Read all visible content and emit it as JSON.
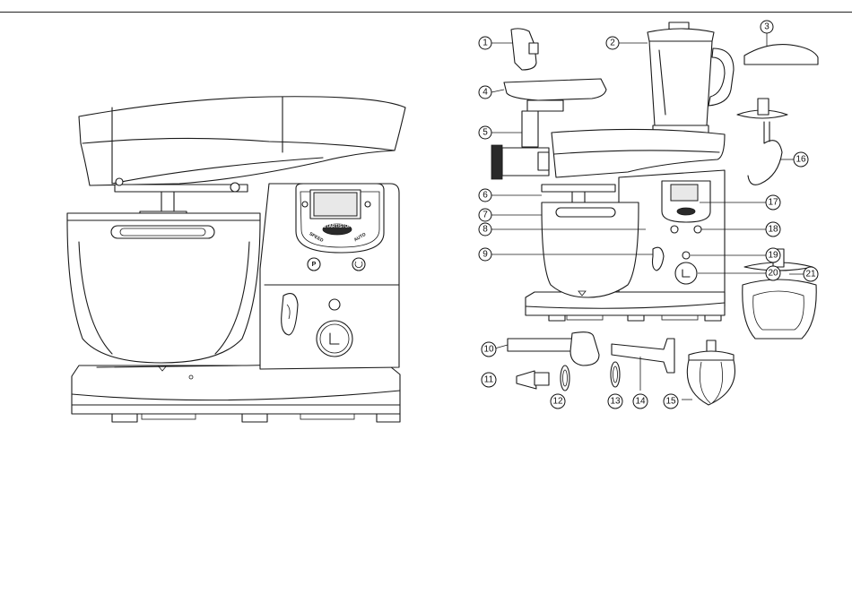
{
  "panel": {
    "start_stop": "START/STOP",
    "speed": "SPEED",
    "auto": "AUTO",
    "p_button": "P"
  },
  "callouts": [
    "1",
    "2",
    "3",
    "4",
    "5",
    "6",
    "7",
    "8",
    "9",
    "10",
    "11",
    "12",
    "13",
    "14",
    "15",
    "16",
    "17",
    "18",
    "19",
    "20",
    "21"
  ]
}
